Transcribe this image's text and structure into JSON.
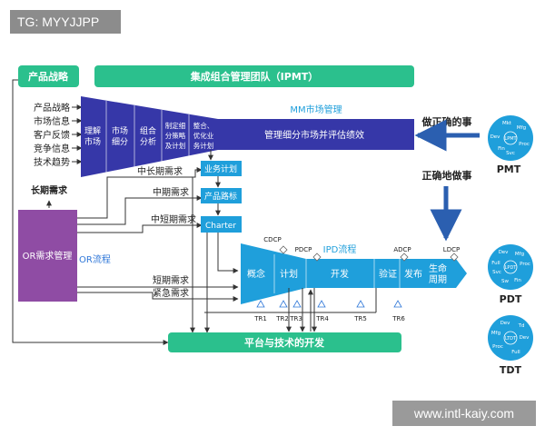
{
  "header": {
    "product_strategy": "产品战略",
    "ipmt": "集成组合管理团队（IPMT）"
  },
  "inputs": [
    "产品战略",
    "市场信息",
    "客户反馈",
    "竞争信息",
    "技术趋势"
  ],
  "long_term": "长期需求",
  "funnel": {
    "steps": [
      "理解市场",
      "市场细分",
      "组合分析",
      "制定细分策略及计划",
      "整合、优化业务计划"
    ],
    "mm_title": "MM市场管理",
    "bar_text": "管理细分市场并评估绩效"
  },
  "right": {
    "do_right_things": "做正确的事",
    "do_things_right": "正确地做事",
    "pmt": "PMT",
    "pdt": "PDT",
    "tdt": "TDT"
  },
  "or_box": {
    "title": "OR需求管理",
    "flow": "OR流程"
  },
  "requirements": [
    "中长期需求",
    "中期需求",
    "中短期需求",
    "短期需求",
    "紧急需求"
  ],
  "plans": [
    "业务计划",
    "产品路标",
    "Charter"
  ],
  "ipd": {
    "title": "IPD流程",
    "phases": [
      "概念",
      "计划",
      "开发",
      "验证",
      "发布",
      "生命周期"
    ],
    "decisions": [
      "CDCP",
      "PDCP",
      "ADCP",
      "LDCP"
    ],
    "reviews": [
      "TR1",
      "TR2",
      "TR3",
      "TR4",
      "TR5",
      "TR6"
    ]
  },
  "platform": "平台与技术的开发",
  "circles": {
    "pmt": [
      "Mkt",
      "Mfg",
      "Dev",
      "LPMT",
      "Fin",
      "Proc",
      "Svc"
    ],
    "pdt": [
      "Dev",
      "Mfg",
      "Full",
      "Proc",
      "LPDT",
      "Svc",
      "Sw",
      "Fin"
    ],
    "tdt": [
      "Dev",
      "Td",
      "Mfg",
      "Dev",
      "LTDT",
      "Proc",
      "Full"
    ]
  },
  "overlay": {
    "tag": "TG: MYYJJPP",
    "watermark": "www.intl-kaiy.com"
  },
  "colors": {
    "green": "#2bc08d",
    "navy": "#3637a8",
    "cyan": "#1f9fdb",
    "purple": "#8f4ca4",
    "blue": "#2f77d8"
  }
}
